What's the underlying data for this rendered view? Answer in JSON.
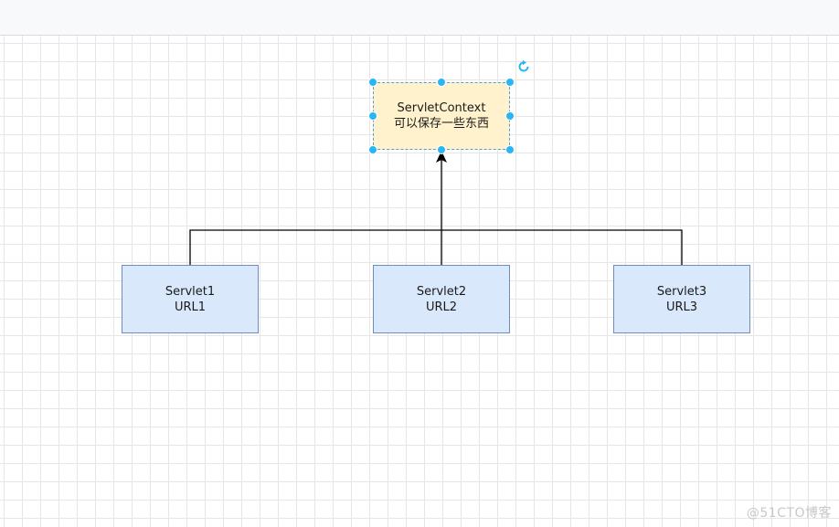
{
  "diagram": {
    "context_node": {
      "line1": "ServletContext",
      "line2": "可以保存一些东西",
      "fill": "#fff2cc",
      "stroke": "#4d9fd6"
    },
    "servlets": [
      {
        "name": "Servlet1",
        "url": "URL1"
      },
      {
        "name": "Servlet2",
        "url": "URL2"
      },
      {
        "name": "Servlet3",
        "url": "URL3"
      }
    ],
    "servlet_fill": "#dae8fc",
    "servlet_stroke": "#6c8ebf",
    "handle_color": "#29b6f2",
    "connector_color": "#000000"
  },
  "watermark": "@51CTO博客"
}
